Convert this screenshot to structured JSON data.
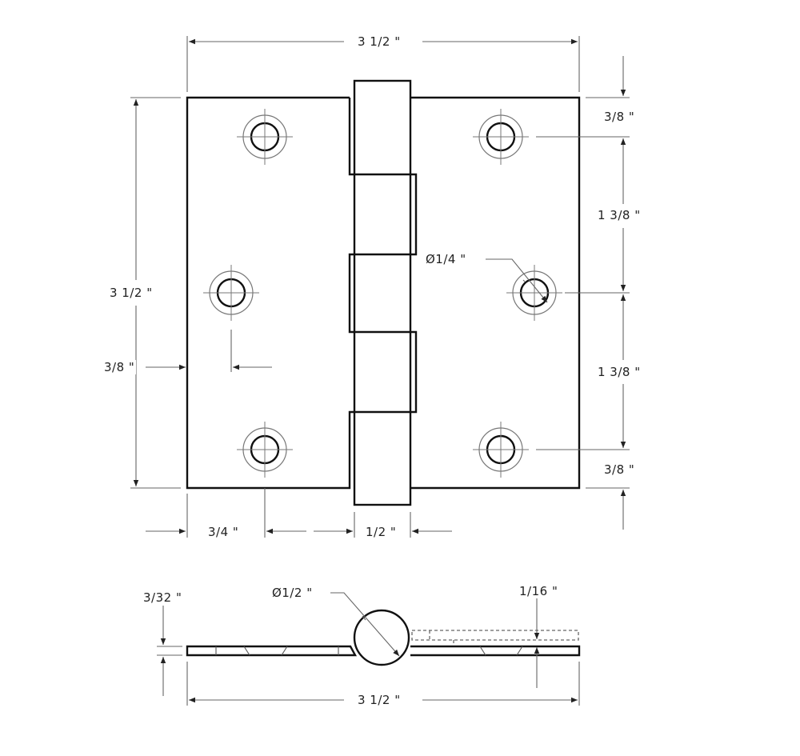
{
  "drawing": {
    "subject": "Butt hinge technical drawing",
    "front_view": {
      "overall_width": "3 1/2 \"",
      "overall_height": "3 1/2 \"",
      "hole_diameter": "Ø1/4 \"",
      "top_edge_to_hole": "3/8 \"",
      "hole_spacing_upper": "1 3/8 \"",
      "hole_spacing_lower": "1 3/8 \"",
      "bottom_edge_to_hole": "3/8 \"",
      "side_edge_to_hole": "3/8 \"",
      "edge_to_hole_horizontal": "3/4 \"",
      "knuckle_width": "1/2 \""
    },
    "side_view": {
      "leaf_thickness": "3/32 \"",
      "pin_diameter": "Ø1/2 \"",
      "leaf_gap": "1/16 \"",
      "overall_width": "3 1/2 \""
    }
  }
}
